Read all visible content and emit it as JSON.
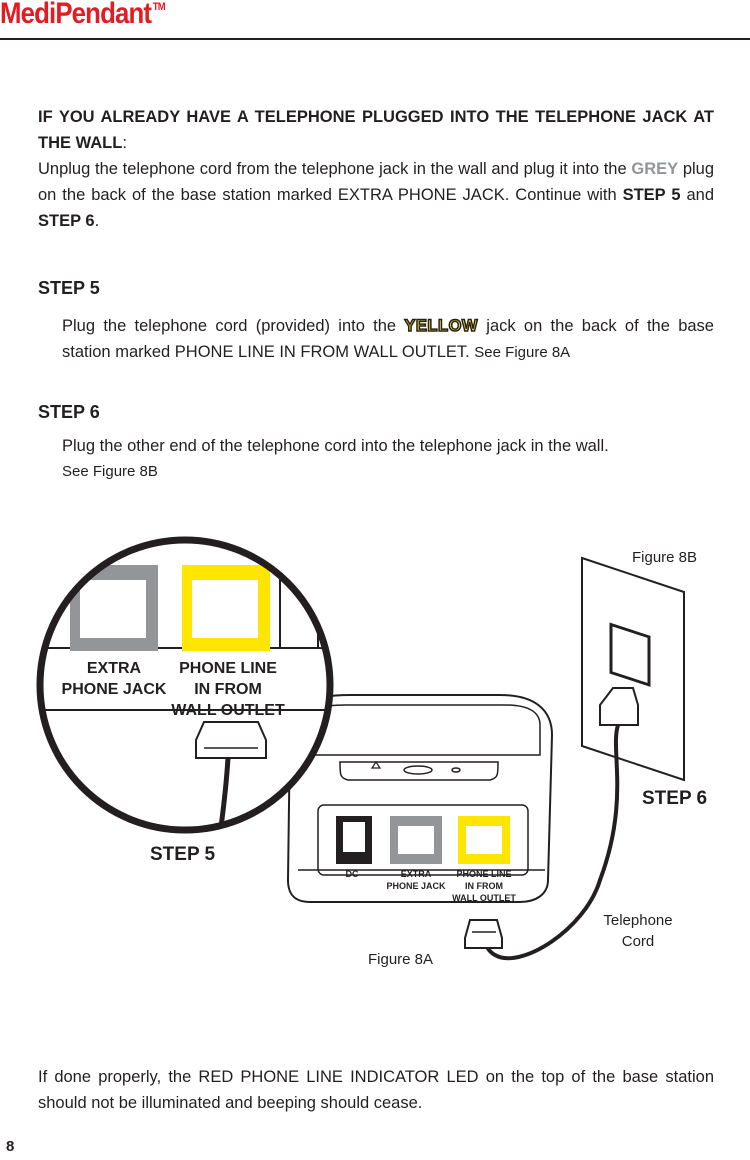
{
  "header": {
    "brand": "MediPendant",
    "trademark": "TM"
  },
  "intro": {
    "lead": "IF YOU ALREADY HAVE A TELEPHONE PLUGGED INTO THE TELEPHONE JACK AT THE WALL",
    "lead_colon": ":",
    "text_a": "Unplug the telephone cord from the telephone jack in the wall and plug it into the ",
    "grey_word": "GREY",
    "text_b": " plug on the back of the base station marked EXTRA PHONE JACK. Continue with ",
    "step5": "STEP 5",
    "and": " and ",
    "step6": "STEP 6",
    "period": "."
  },
  "step5": {
    "heading": "STEP 5",
    "text_a": "Plug the telephone cord (provided) into the ",
    "yellow_word": "YELLOW",
    "text_b": " jack on the back of the base station marked PHONE LINE IN FROM WALL OUTLET. ",
    "fig_ref": "See Figure 8A"
  },
  "step6": {
    "heading": "STEP 6",
    "text": "Plug the other end of the telephone cord into the telephone jack in the wall.",
    "fig_ref": "See Figure 8B"
  },
  "figure": {
    "zoom_extra_1": "EXTRA",
    "zoom_extra_2": "PHONE JACK",
    "zoom_phone_1": "PHONE LINE",
    "zoom_phone_2": "IN  FROM",
    "zoom_phone_3": "WALL OUTLET",
    "base_dc": "DC",
    "base_extra_1": "EXTRA",
    "base_extra_2": "PHONE JACK",
    "base_phone_1": "PHONE LINE",
    "base_phone_2": "IN  FROM",
    "base_phone_3": "WALL OUTLET",
    "step5_label": "STEP 5",
    "step6_label": "STEP 6",
    "fig8a": "Figure 8A",
    "fig8b": "Figure 8B",
    "cord_1": "Telephone",
    "cord_2": "Cord"
  },
  "closing": "If done properly, the RED PHONE LINE INDICATOR LED on the top of the base station should not be illuminated and beeping should cease.",
  "page_number": "8",
  "colors": {
    "brand": "#e31b23",
    "yellow": "#ffe600",
    "grey": "#939598",
    "black": "#231f20"
  }
}
